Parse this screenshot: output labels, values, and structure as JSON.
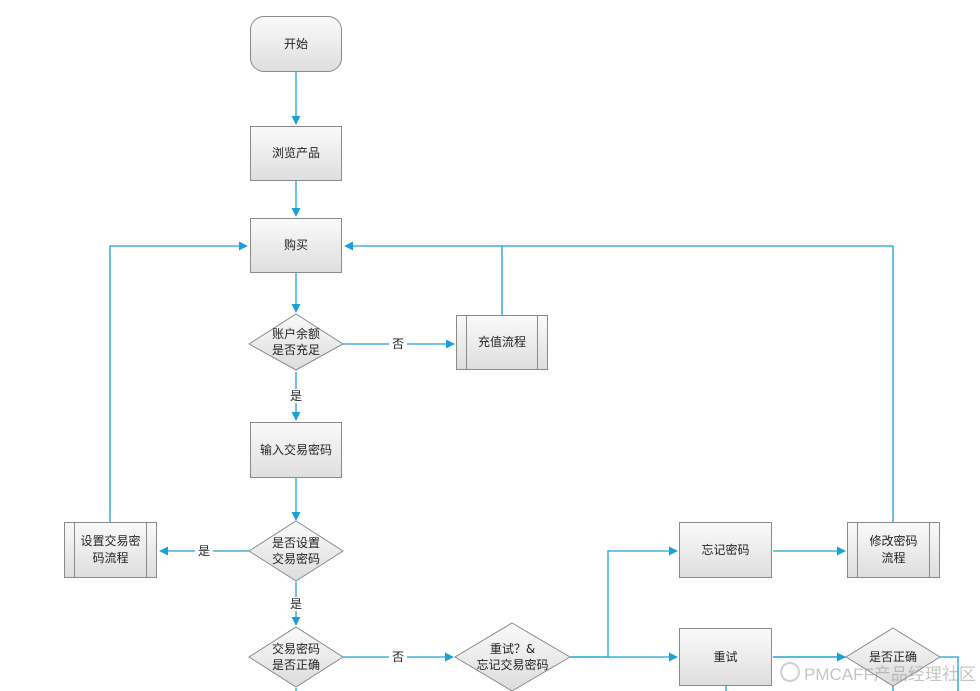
{
  "nodes": {
    "start": "开始",
    "browse": "浏览产品",
    "buy": "购买",
    "balance_check": [
      "账户余额",
      "是否充足"
    ],
    "recharge": "充值流程",
    "input_password": "输入交易密码",
    "password_set_check": [
      "是否设置",
      "交易密码"
    ],
    "set_password_flow": [
      "设置交易密",
      "码流程"
    ],
    "password_correct_check": [
      "交易密码",
      "是否正确"
    ],
    "retry_or_forgot": [
      "重试？&",
      "忘记交易密码"
    ],
    "forgot_password": "忘记密码",
    "modify_password_flow": [
      "修改密码",
      "流程"
    ],
    "retry": "重试",
    "is_correct": "是否正确"
  },
  "edge_labels": {
    "balance_no": "否",
    "balance_yes": "是",
    "set_yes_down": "是",
    "set_yes_left": "是",
    "correct_no": "否"
  },
  "watermark": "PMCAFF产品经理社区",
  "colors": {
    "connector": "#1aa0d8",
    "node_border": "#8a8a8a"
  }
}
